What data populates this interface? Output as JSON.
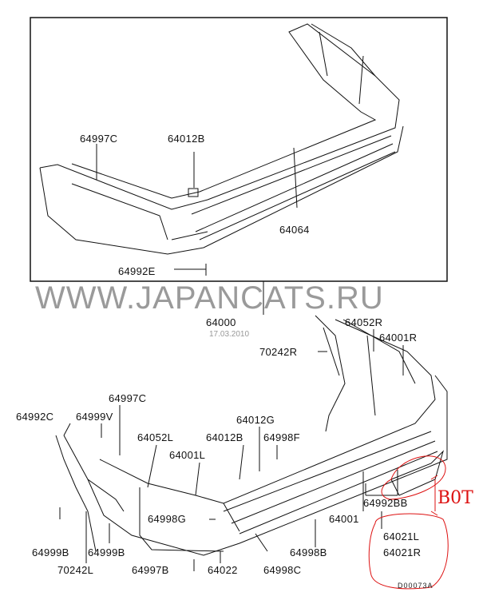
{
  "watermark": "WWW.JAPANCATS.RU",
  "date": "17.03.2010",
  "diagram_code": "D00073A",
  "annotation": "B0T",
  "upper_labels": [
    "64997C",
    "64012B",
    "64064",
    "64992E"
  ],
  "lower_labels": [
    "64000",
    "64052R",
    "64001R",
    "70242R",
    "64997C",
    "64992C",
    "64999V",
    "64052L",
    "64012G",
    "64012B",
    "64998F",
    "64001L",
    "64998G",
    "64992BB",
    "64001",
    "64999B",
    "64999B",
    "70242L",
    "64997B",
    "64022",
    "64998C",
    "64998B",
    "64021L",
    "64021R"
  ],
  "colors": {
    "line": "#111111",
    "annotation": "#dd1111",
    "watermark": "#9a9a9a"
  }
}
